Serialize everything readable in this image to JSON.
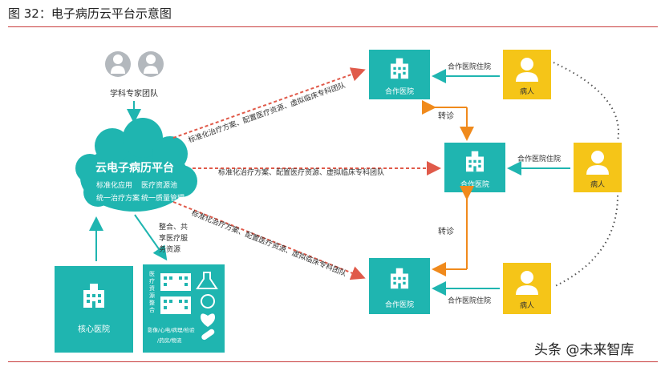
{
  "figure_title": "图 32：电子病历云平台示意图",
  "expert_team": "学科专家团队",
  "cloud": {
    "title": "云电子病历平台",
    "items": [
      "标准化应用",
      "医疗资源池",
      "统一治疗方案",
      "统一质量管理"
    ]
  },
  "integrate_label": [
    "整合、共",
    "享医疗服",
    "务资源"
  ],
  "core_hospital": "核心医院",
  "resource_box": {
    "side_label": [
      "医",
      "疗",
      "资",
      "源",
      "整",
      "合"
    ],
    "footer": [
      "影像/心电/病理/检验",
      "/药房/物流"
    ]
  },
  "partner_hospital": "合作医院",
  "patient": "病人",
  "inpatient_label": "合作医院住院",
  "referral": "转诊",
  "dashed_arrow_label": "标准化治疗方案、配置医疗资源、虚拟临床专科团队",
  "watermark": "头条 @未来智库",
  "colors": {
    "teal": "#1fb5b0",
    "yellow": "#f5c518",
    "orange": "#f08a1c",
    "red_dashed": "#e05a4a",
    "gray_icon": "#b3b8bd"
  }
}
